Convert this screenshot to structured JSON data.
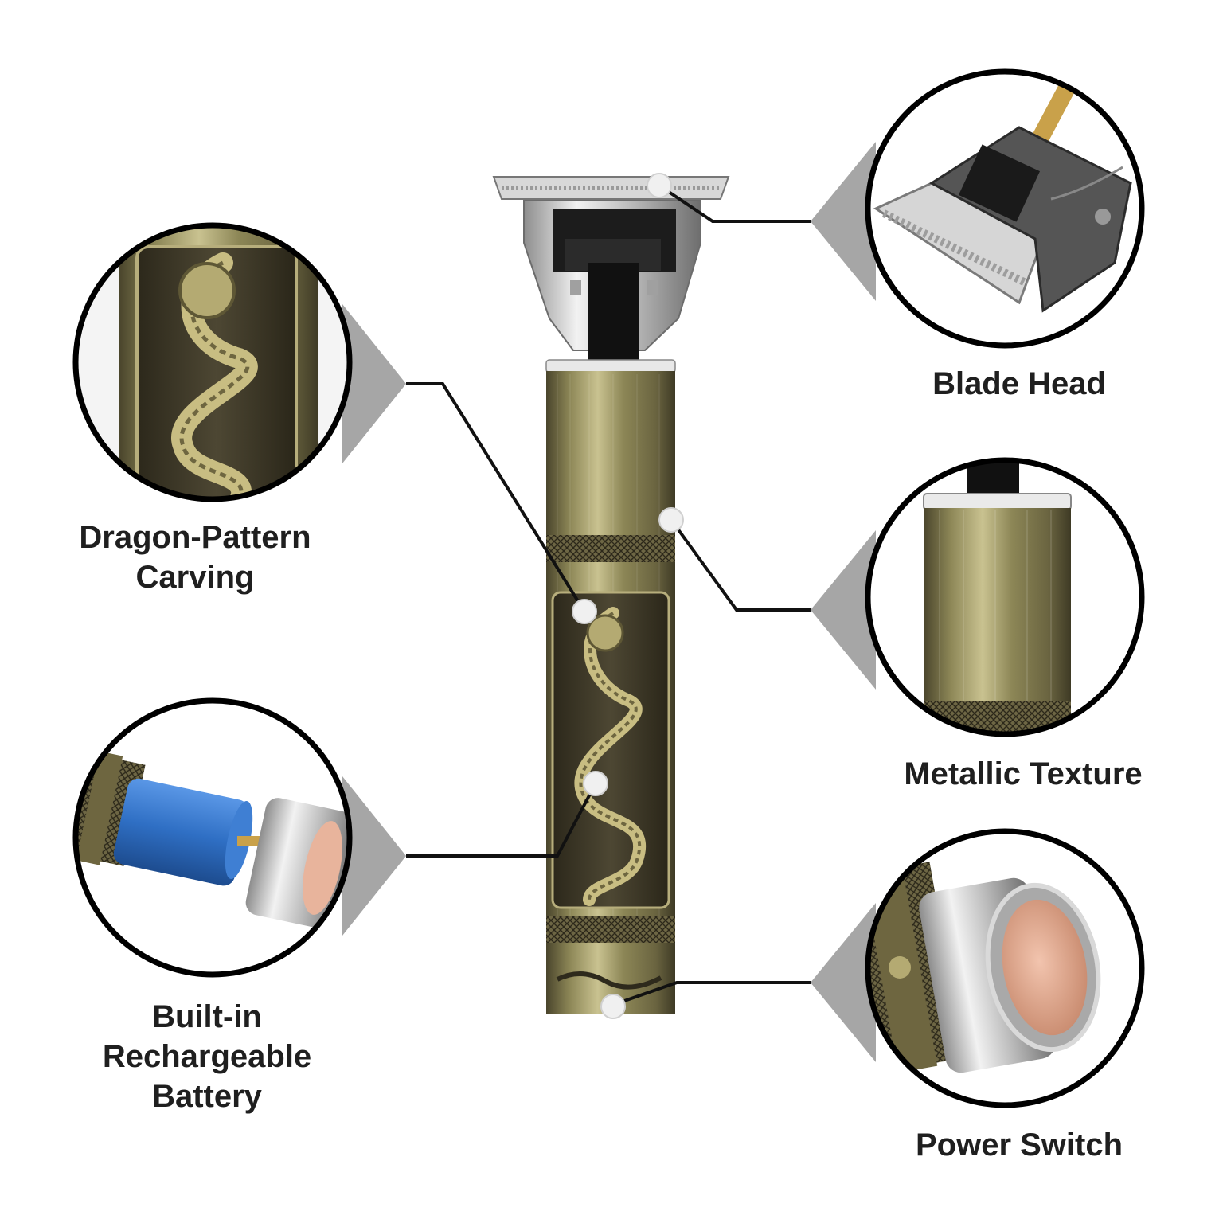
{
  "features": {
    "blade_head": "Blade Head",
    "metallic_texture": "Metallic Texture",
    "power_switch": "Power Switch",
    "dragon_carving": "Dragon-Pattern\nCarving",
    "battery": "Built-in\nRechargeable\nBattery"
  },
  "colors": {
    "body_gold": "#8c8656",
    "body_dark": "#3a3524",
    "outline": "#000000",
    "battery_blue": "#2f6fc4",
    "switch_copper": "#e0a489",
    "blade_silver": "#c9c9c9"
  }
}
